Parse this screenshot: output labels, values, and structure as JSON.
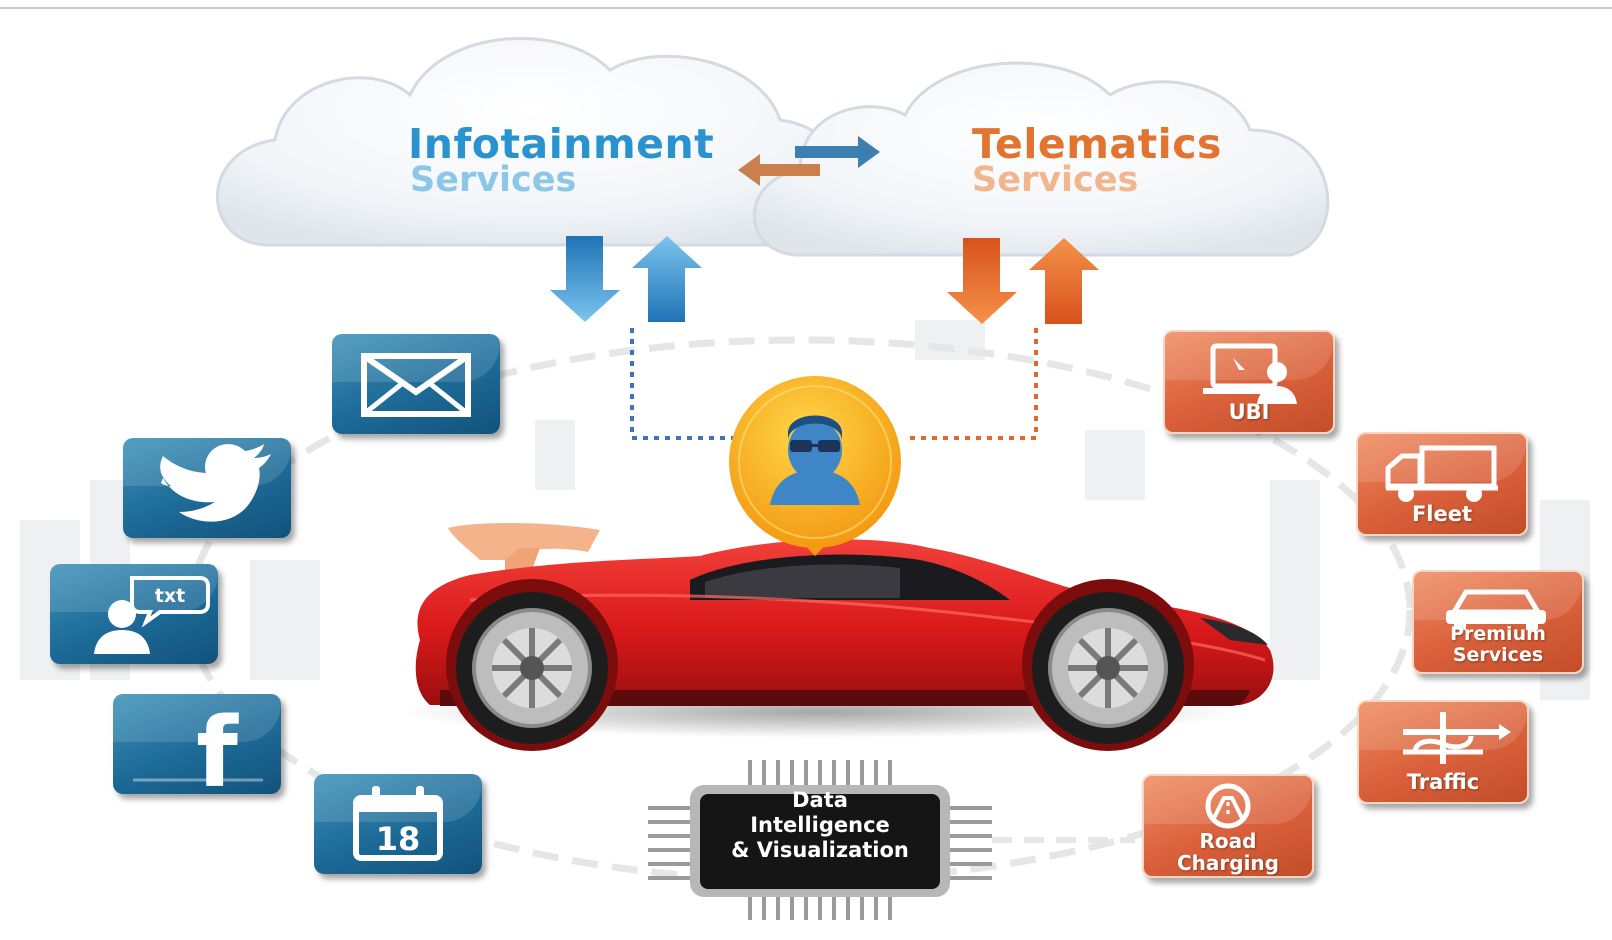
{
  "infotainment": {
    "title": "Infotainment",
    "subtitle": "Services"
  },
  "telematics": {
    "title": "Telematics",
    "subtitle": "Services"
  },
  "infotainment_tiles": [
    {
      "icon": "envelope-icon"
    },
    {
      "icon": "twitter-bird-icon"
    },
    {
      "icon": "sms-user-icon",
      "glyph": "txt"
    },
    {
      "icon": "facebook-icon",
      "glyph": "f"
    },
    {
      "icon": "calendar-icon",
      "glyph": "18"
    }
  ],
  "telematics_tiles": [
    {
      "icon": "user-computer-icon",
      "label": "UBI"
    },
    {
      "icon": "truck-icon",
      "label": "Fleet"
    },
    {
      "icon": "premium-car-icon",
      "label_line1": "Premium",
      "label_line2": "Services"
    },
    {
      "icon": "traffic-junction-icon",
      "label": "Traffic"
    },
    {
      "icon": "road-charging-icon",
      "label_line1": "Road",
      "label_line2": "Charging"
    }
  ],
  "chip": {
    "line1": "Data",
    "line2": "Intelligence",
    "line3": "& Visualization"
  },
  "colors": {
    "infotainment_blue": "#2a93cf",
    "telematics_orange": "#e3742f",
    "tile_blue": "#1d6a97",
    "tile_orange": "#d9603a",
    "car_red": "#e0201c",
    "pin_yellow": "#f7b21a"
  }
}
